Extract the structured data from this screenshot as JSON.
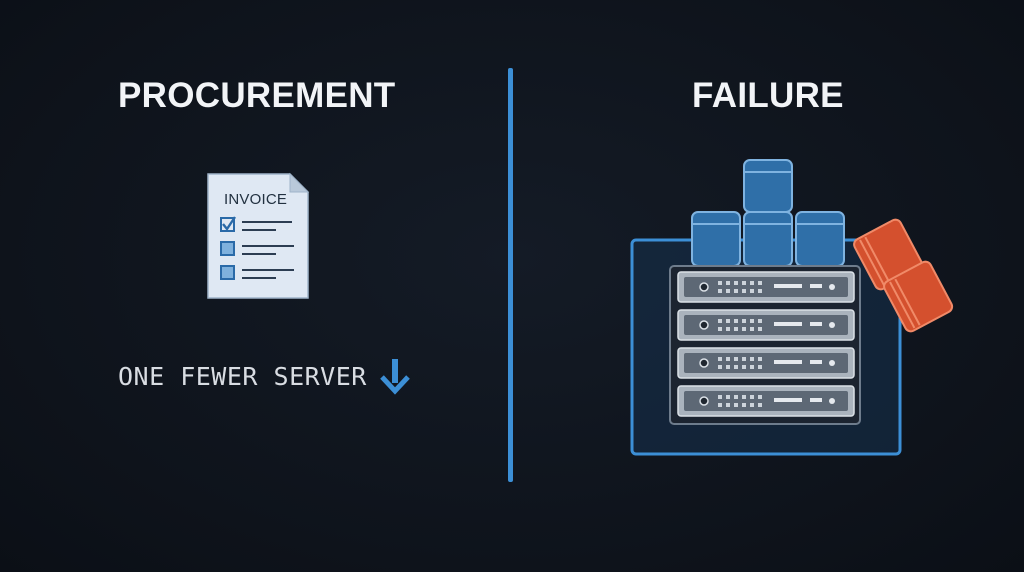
{
  "left_panel": {
    "heading": "PROCUREMENT",
    "invoice_label": "INVOICE",
    "invoice_checklist": [
      true,
      false,
      false
    ],
    "caption": "ONE FEWER SERVER",
    "caption_icon": "arrow-down-icon"
  },
  "right_panel": {
    "heading": "FAILURE",
    "rack_units": 4,
    "icon": "server-rack-icon",
    "failed_blocks_icon": "failed-block-icon"
  },
  "colors": {
    "background": "#0f141d",
    "accent_blue": "#3c8fd6",
    "failure_red": "#d4502e",
    "heading_text": "#f2f4f7"
  }
}
